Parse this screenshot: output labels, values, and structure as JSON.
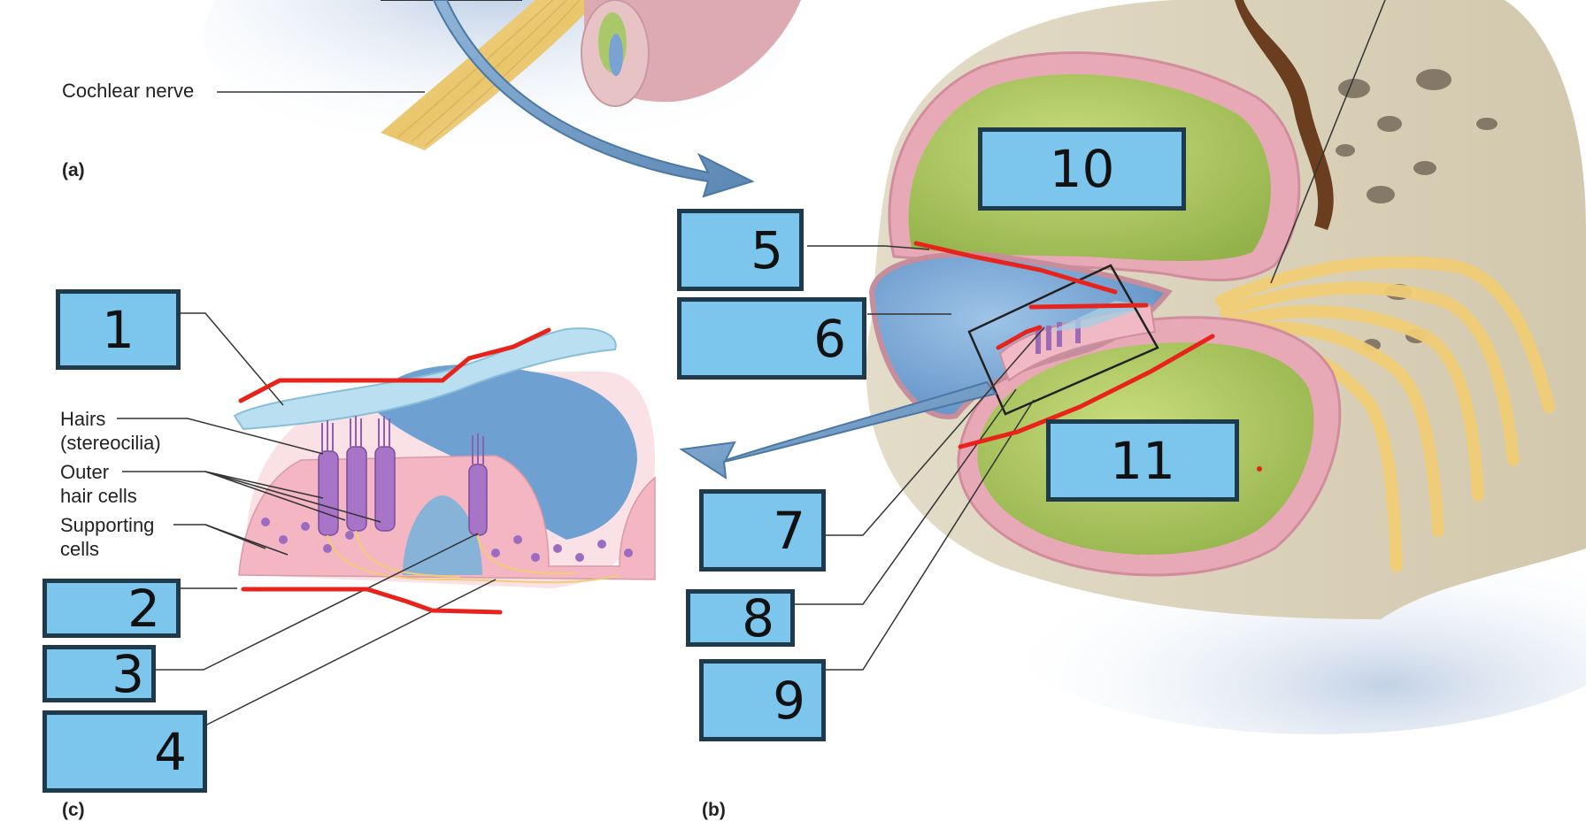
{
  "labels": {
    "cochlear_nerve": "Cochlear nerve",
    "hairs_line1": "Hairs",
    "hairs_line2": "(stereocilia)",
    "outer_line1": "Outer",
    "outer_line2": "hair cells",
    "supporting_line1": "Supporting",
    "supporting_line2": "cells"
  },
  "panels": {
    "a": "(a)",
    "b": "(b)",
    "c": "(c)"
  },
  "boxes": {
    "b1": "1",
    "b2": "2",
    "b3": "3",
    "b4": "4",
    "b5": "5",
    "b6": "6",
    "b7": "7",
    "b8": "8",
    "b9": "9",
    "b10": "10",
    "b11": "11"
  },
  "colors": {
    "box_fill": "#7cc5ec",
    "box_border": "#1f3a4a",
    "annotation_red": "#e8231c",
    "arrow_blue": "#6f9cc6"
  }
}
